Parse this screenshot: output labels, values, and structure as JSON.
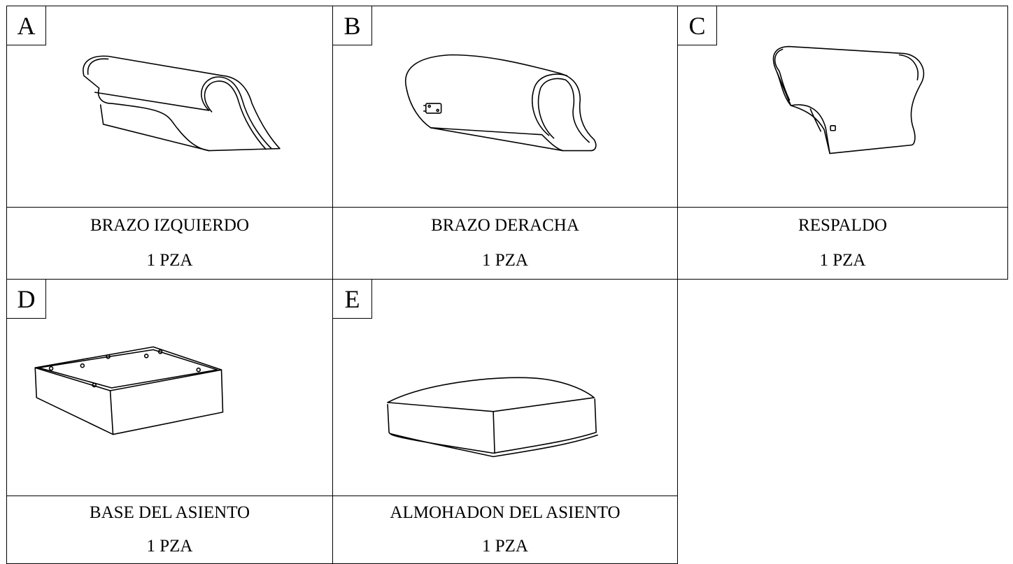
{
  "parts": [
    {
      "letter": "A",
      "name": "BRAZO IZQUIERDO",
      "qty": "1 PZA"
    },
    {
      "letter": "B",
      "name": "BRAZO DERACHA",
      "qty": "1 PZA"
    },
    {
      "letter": "C",
      "name": "RESPALDO",
      "qty": "1 PZA"
    },
    {
      "letter": "D",
      "name": "BASE DEL ASIENTO",
      "qty": "1 PZA"
    },
    {
      "letter": "E",
      "name": "ALMOHADON DEL ASIENTO",
      "qty": "1 PZA"
    }
  ],
  "icons": [
    "left-armrest-drawing",
    "right-armrest-drawing",
    "backrest-drawing",
    "seat-base-drawing",
    "seat-cushion-drawing"
  ],
  "colors": {
    "line": "#000000",
    "background": "#ffffff"
  }
}
